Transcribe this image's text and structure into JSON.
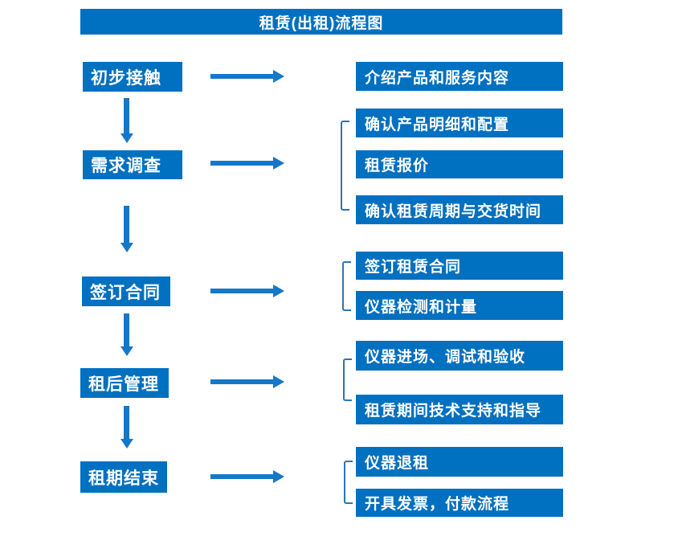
{
  "title": "租赁(出租)流程图",
  "colors": {
    "box": "#0070C0",
    "arrow": "#1577C8",
    "bracket": "#2E75B6",
    "text": "#FFFFFF",
    "background": "#FFFFFF"
  },
  "flow": [
    {
      "step": "初步接触",
      "details": [
        "介绍产品和服务内容"
      ]
    },
    {
      "step": "需求调查",
      "details": [
        "确认产品明细和配置",
        "租赁报价",
        "确认租赁周期与交货时间"
      ]
    },
    {
      "step": "签订合同",
      "details": [
        "签订租赁合同",
        "仪器检测和计量"
      ]
    },
    {
      "step": "租后管理",
      "details": [
        "仪器进场、调试和验收",
        "租赁期间技术支持和指导"
      ]
    },
    {
      "step": "租期结束",
      "details": [
        "仪器退租",
        "开具发票，付款流程"
      ]
    }
  ]
}
